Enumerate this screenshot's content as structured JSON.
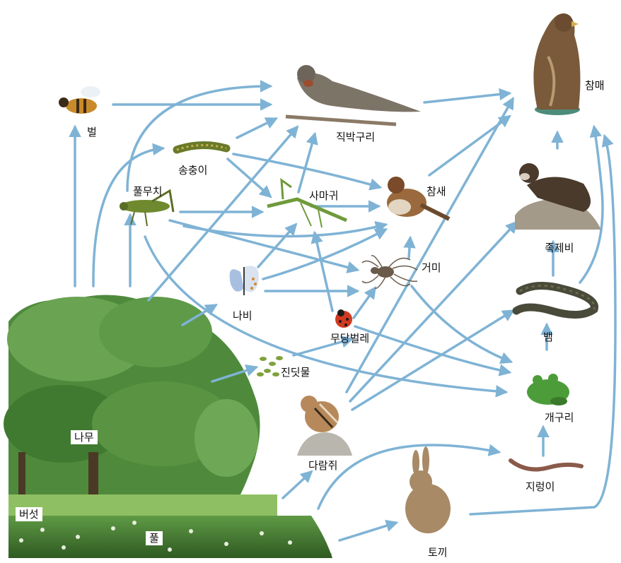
{
  "organisms": {
    "hawk": "참매",
    "bulbul": "직박구리",
    "bee": "벌",
    "caterpillar": "송충이",
    "grasshopper": "풀무치",
    "mantis": "사마귀",
    "sparrow": "참새",
    "spider": "거미",
    "butterfly": "나비",
    "ladybug": "무당벌레",
    "aphid": "진딧물",
    "chipmunk": "다람쥐",
    "rabbit": "토끼",
    "earthworm": "지렁이",
    "frog": "개구리",
    "snake": "뱀",
    "weasel": "족제비",
    "tree": "나무",
    "mushroom": "버섯",
    "grass": "풀"
  },
  "colors": {
    "arrow": "#7fb3d5",
    "label_box": "#ffffff"
  }
}
